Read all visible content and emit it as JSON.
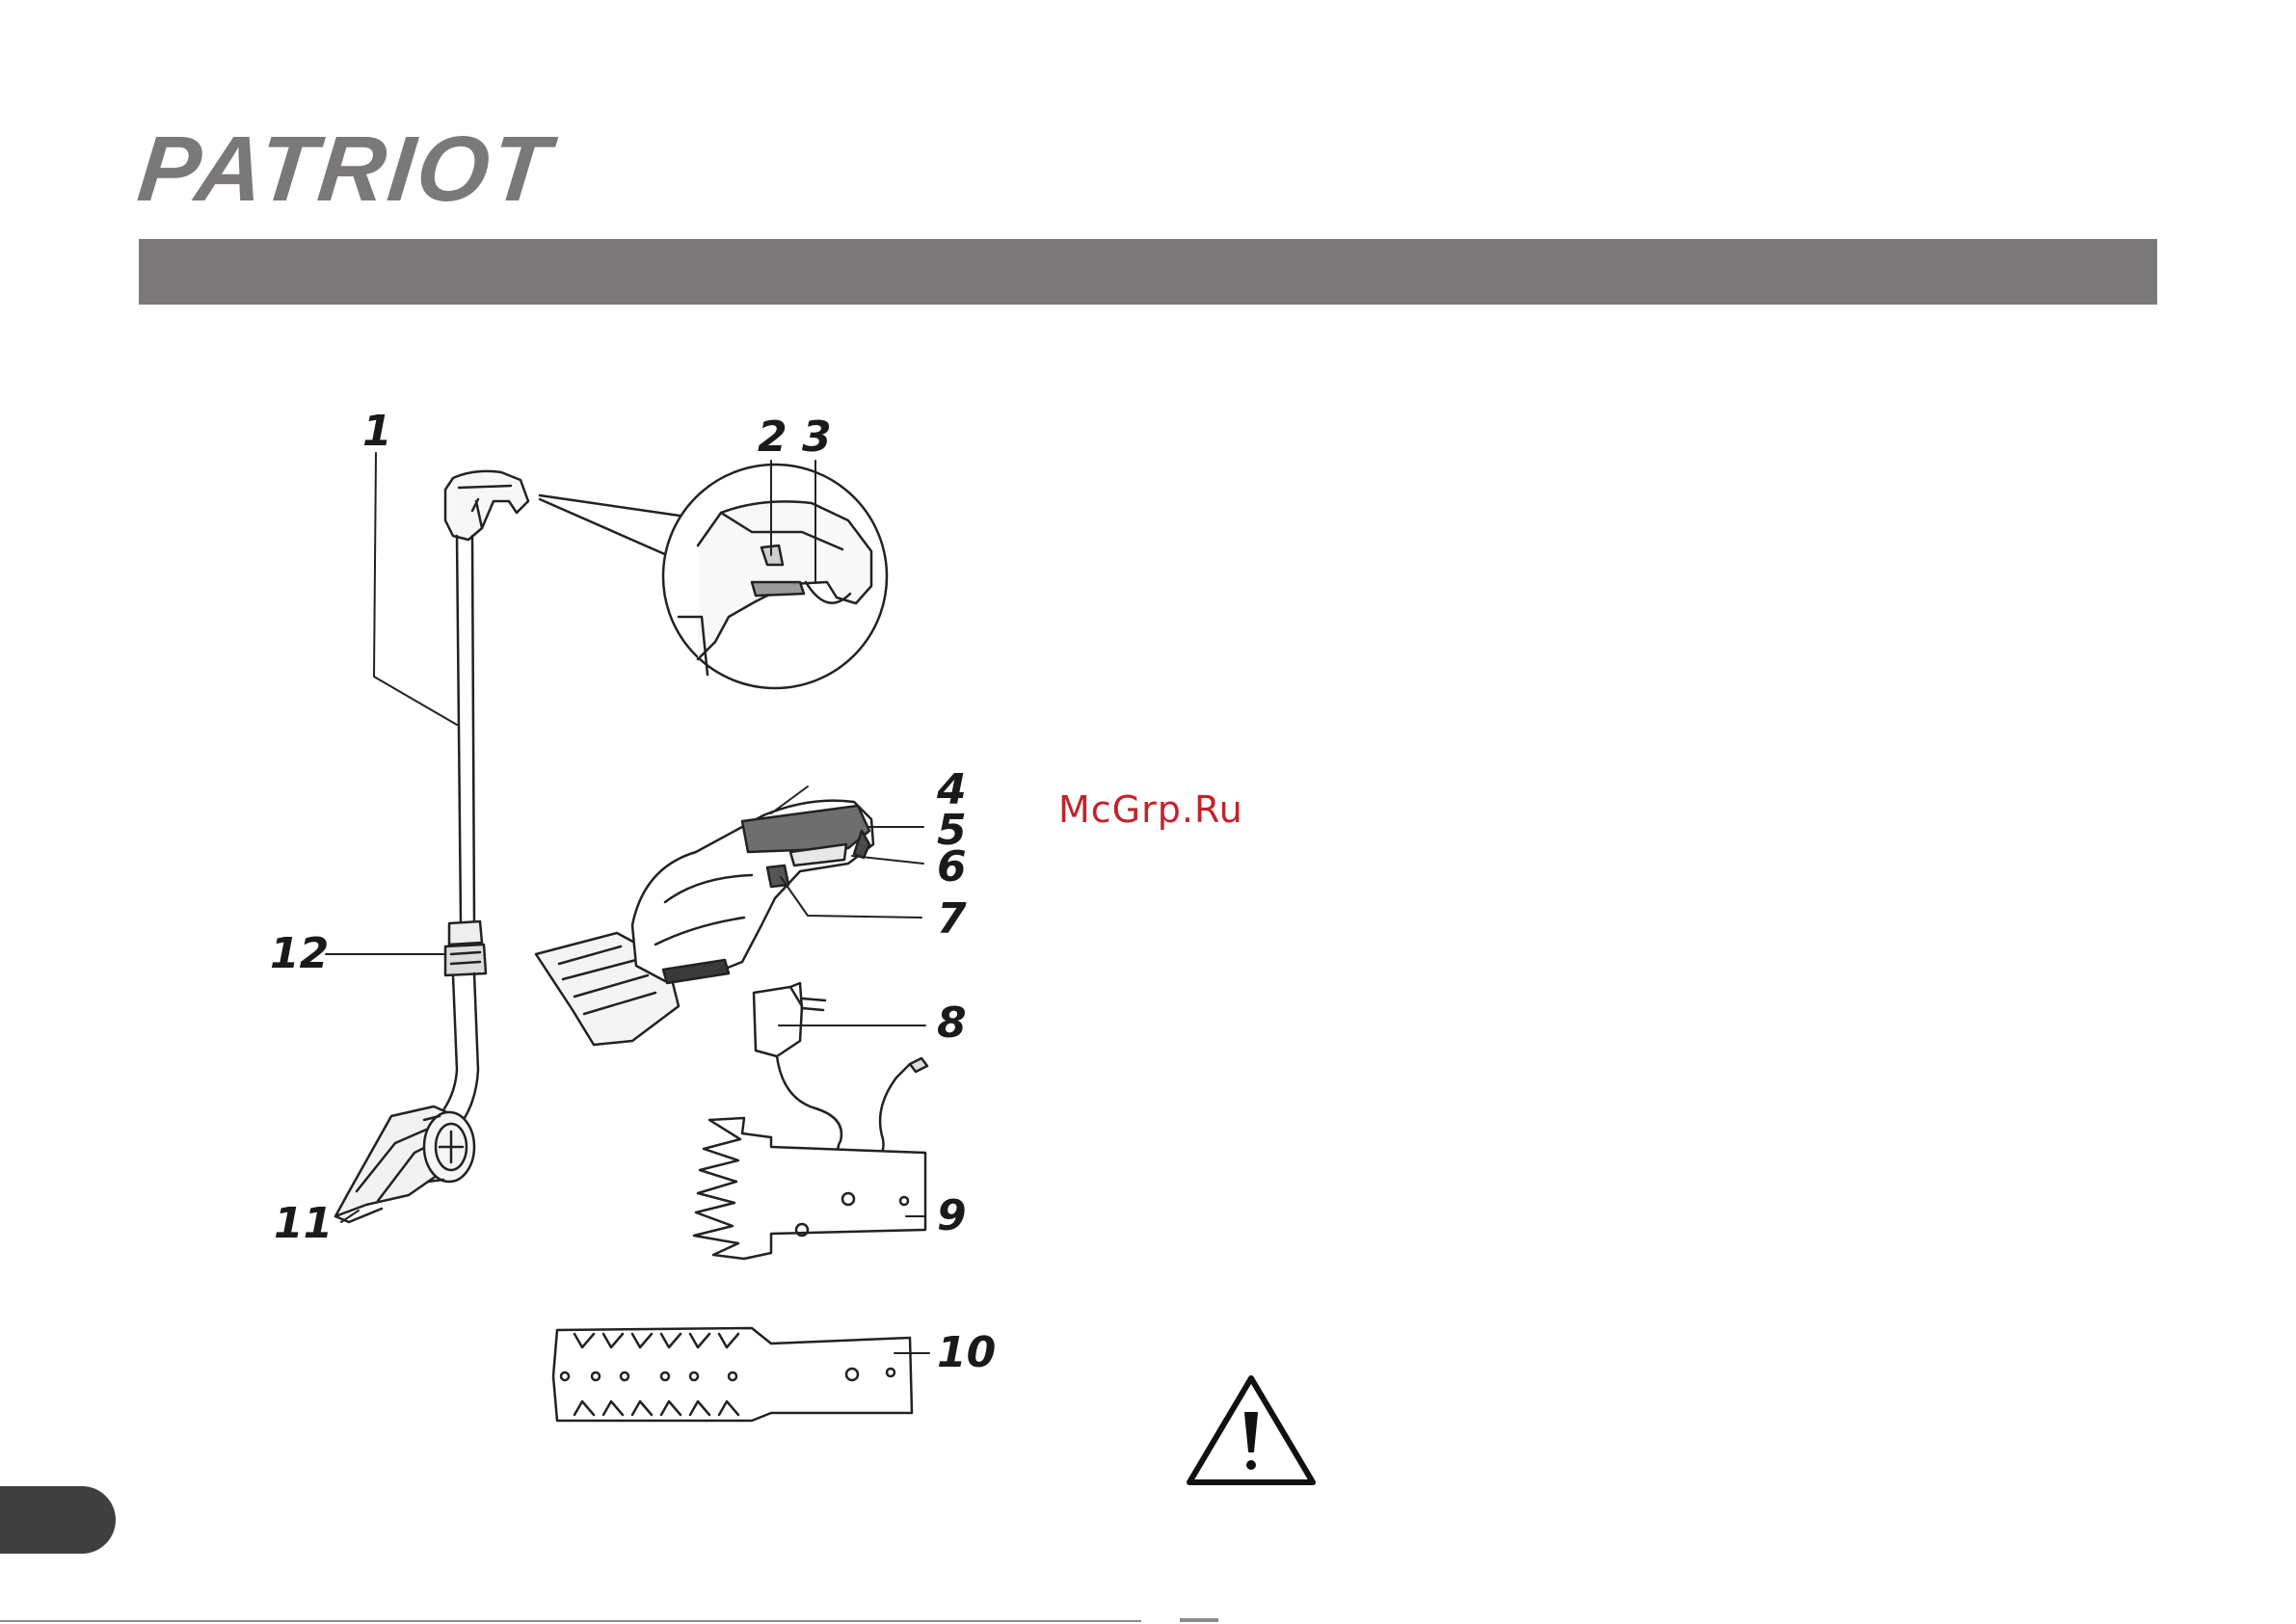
{
  "brand": {
    "logo_text": "PATRIOT"
  },
  "watermark": "McGrp.Ru",
  "callouts": [
    {
      "id": "1",
      "label": "1"
    },
    {
      "id": "2",
      "label": "2"
    },
    {
      "id": "3",
      "label": "3"
    },
    {
      "id": "4",
      "label": "4"
    },
    {
      "id": "5",
      "label": "5"
    },
    {
      "id": "6",
      "label": "6"
    },
    {
      "id": "7",
      "label": "7"
    },
    {
      "id": "8",
      "label": "8"
    },
    {
      "id": "9",
      "label": "9"
    },
    {
      "id": "10",
      "label": "10"
    },
    {
      "id": "11",
      "label": "11"
    },
    {
      "id": "12",
      "label": "12"
    }
  ],
  "icons": {
    "warning": "warning-triangle-icon"
  },
  "colors": {
    "header_bar": "#7b7979",
    "logo": "#7a7878",
    "watermark": "#c4222a",
    "line_art": "#222222"
  }
}
